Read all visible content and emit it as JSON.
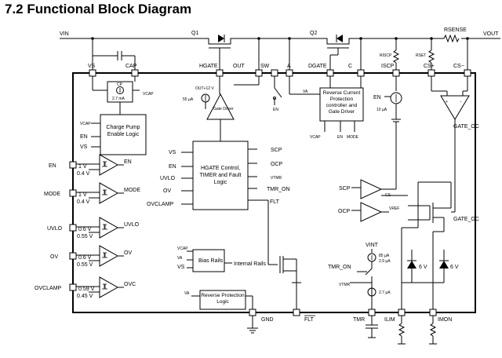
{
  "title": "7.2 Functional Block Diagram",
  "pins": {
    "vin": "VIN",
    "vout": "VOUT",
    "vs": "VS",
    "cap": "CAP",
    "hgate": "HGATE",
    "out": "OUT",
    "sw": "SW",
    "a": "A",
    "dgate": "DGATE",
    "c": "C",
    "iscp": "ISCP",
    "cs_plus": "CS+",
    "cs_minus": "CS−",
    "en": "EN",
    "mode": "MODE",
    "uvlo": "UVLO",
    "ov": "OV",
    "ovclamp": "OVCLAMP",
    "gnd": "GND",
    "flt": "FLT",
    "tmr": "TMR",
    "ilim": "ILIM",
    "imon": "IMON"
  },
  "components": {
    "q1": "Q1",
    "q2": "Q2",
    "rsense": "RSENSE",
    "riscp": "RISCP",
    "rset": "RSET",
    "cp": "CP",
    "cp_current": "2.7 mA",
    "vcap": "VCAP",
    "out_plus_12v": "OUT+12 V",
    "gate_current": "55 µA",
    "gate_driver": "Gate Driver",
    "en_label": "EN",
    "va": "VA",
    "iscp_current": "10 µA",
    "gate_oc": "GATE_OC",
    "vint": "VINT",
    "tmr_current_1": "85 µA",
    "tmr_current_2": "2.9 µA",
    "tmr_on": "TMR_ON",
    "vtmr": "VTMR",
    "tmr_pulldown": "2.7 µA",
    "zener_1": "6 V",
    "zener_2": "6 V",
    "scp": "SCP",
    "ocp": "OCP",
    "vref": "VREF",
    "cs_minus_label": "CS-",
    "internal_rails": "Internal Rails"
  },
  "blocks": {
    "charge_pump": "Charge Pump Enable Logic",
    "hgate_control": "HGATE Control, TIMER and Fault Logic",
    "reverse_current": "Reverse Current Protection controller and Gate Driver",
    "bias_rails": "Bias Rails",
    "reverse_protection": "Reverse Protection Logic"
  },
  "charge_pump_inputs": [
    "VCAP",
    "EN",
    "VS"
  ],
  "reverse_current_inputs": [
    "VCAP",
    "EN",
    "MODE"
  ],
  "bias_inputs": [
    "VCAP",
    "VA",
    "VS"
  ],
  "hgate_inputs_left": [
    "VS",
    "EN",
    "UVLO",
    "OV",
    "OVCLAMP"
  ],
  "hgate_inputs_right": [
    "SCP",
    "OCP",
    "VTMR",
    "TMR_ON",
    "FLT"
  ],
  "comparators": [
    {
      "pin": "EN",
      "high": "1 V",
      "low": "0.4 V",
      "output": "EN"
    },
    {
      "pin": "MODE",
      "high": "1 V",
      "low": "0.4 V",
      "output": "MODE"
    },
    {
      "pin": "UVLO",
      "high": "0.6 V",
      "low": "0.55 V",
      "output": "UVLO"
    },
    {
      "pin": "OV",
      "high": "0.6 V",
      "low": "0.55 V",
      "output": "OV"
    },
    {
      "pin": "OVCLAMP",
      "high": "0.59 V",
      "low": "0.45 V",
      "output": "OVC"
    }
  ]
}
